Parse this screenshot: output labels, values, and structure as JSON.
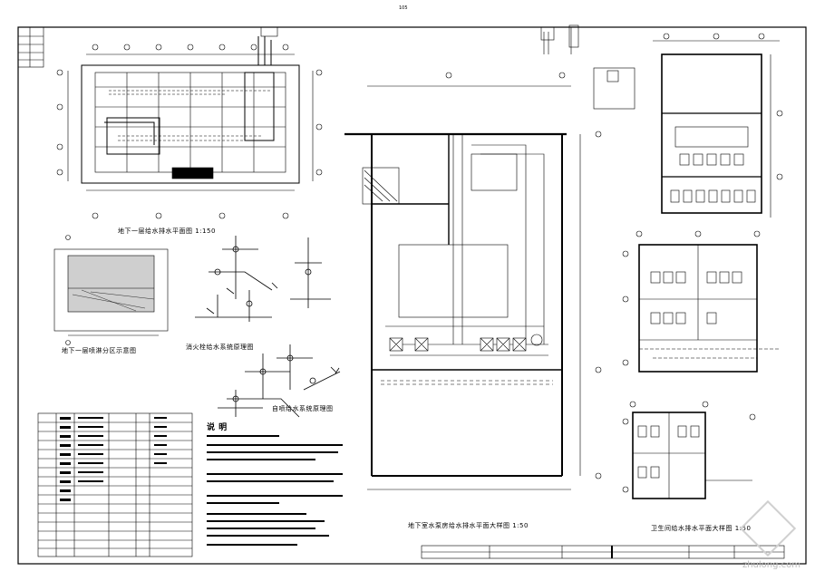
{
  "sheet": {
    "top_mark": "105",
    "watermark": "zhulong.com"
  },
  "captions": {
    "b1_plan": "地下一层给水排水平面图 1:150",
    "sprinkler_zone": "地下一层喷淋分区示意图",
    "fire_system": "消火栓给水系统原理图",
    "auto_spray_system": "自喷给水系统原理图",
    "notes_title": "说 明",
    "pump_room": "地下室水泵房给水排水平面大样图 1:50",
    "toilet_plan": "卫生间给水排水平面大样图 1:50"
  }
}
